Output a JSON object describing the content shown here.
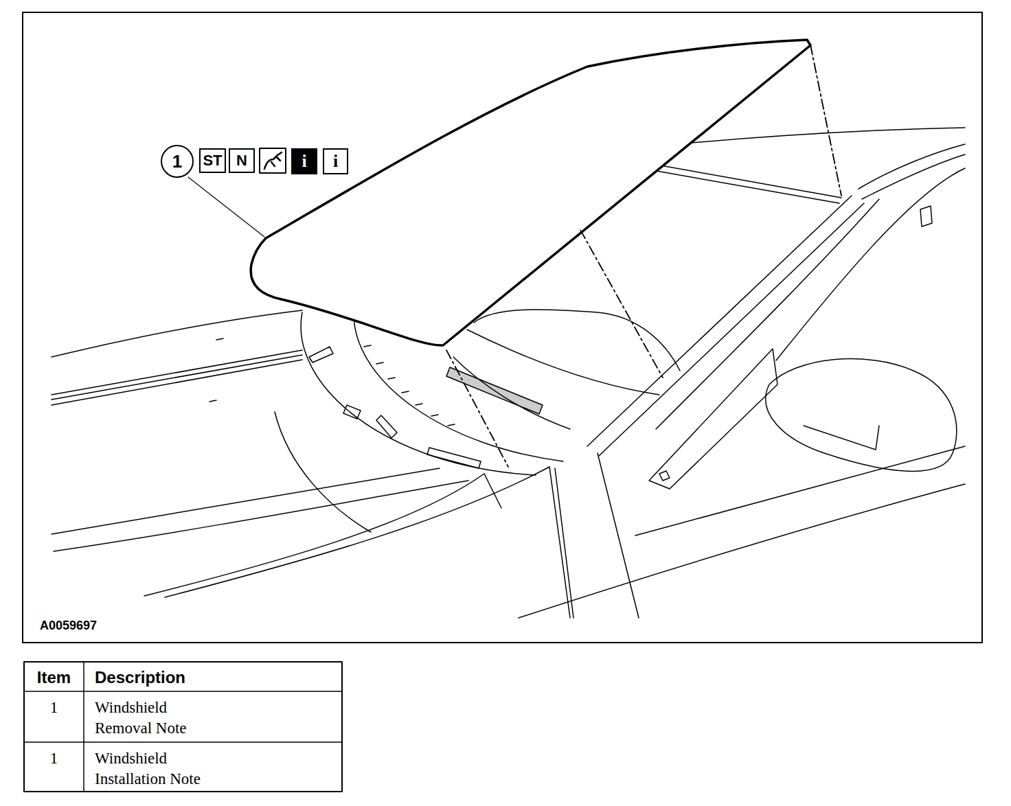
{
  "diagram": {
    "nodes": [
      {
        "text": [
          "1"
        ]
      },
      {
        "text": [
          "ST"
        ]
      },
      {
        "text": [
          "N"
        ]
      },
      {
        "text": [
          "i"
        ]
      },
      {
        "text": [
          "i"
        ]
      }
    ],
    "labels": [
      "A0059697",
      "Item",
      "Description",
      "1",
      "Windshield Removal Note",
      "1",
      "Windshield Installation Note"
    ]
  }
}
